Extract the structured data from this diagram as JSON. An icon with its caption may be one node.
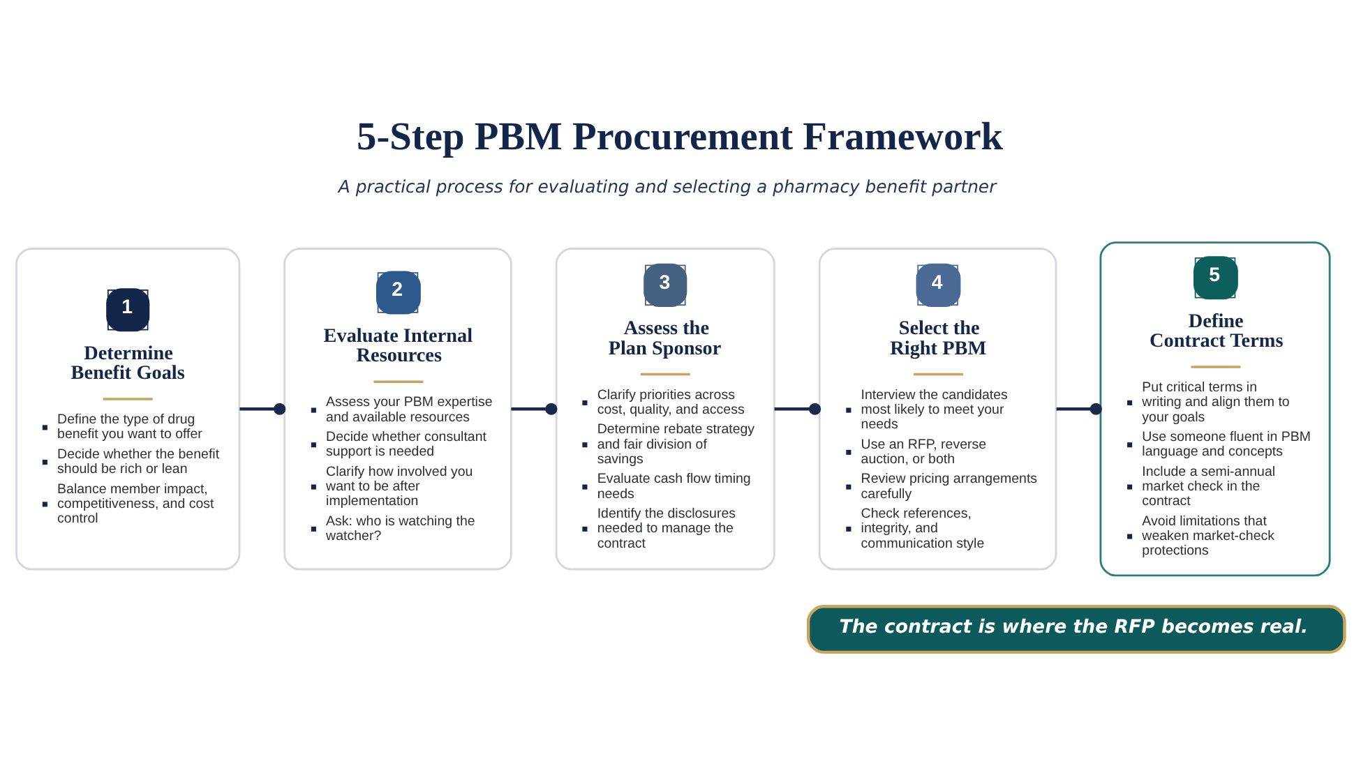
{
  "diagram": {
    "title": "5-Step PBM Procurement Framework",
    "nodes": [
      {
        "text": [
          "1",
          "Determine Benefit Goals",
          "Define the type of drug benefit you want to offer",
          "Decide whether the benefit should be rich or lean",
          "Balance member impact, competitiveness, and cost control"
        ]
      },
      {
        "text": [
          "2",
          "Evaluate Internal Resources",
          "Assess your PBM expertise and available resources",
          "Decide whether consultant support is needed",
          "Clarify how involved you want to be after implementation",
          "Ask: who is watching the watcher?"
        ]
      },
      {
        "text": [
          "3",
          "Assess the Plan Sponsor",
          "Clarify priorities across cost, quality, and access",
          "Determine rebate strategy and fair division of savings",
          "Evaluate cash flow timing needs",
          "Identify the disclosures needed to manage the contract"
        ]
      },
      {
        "text": [
          "4",
          "Select the Right PBM",
          "Interview the candidates most likely to meet your needs",
          "Use an RFP, reverse auction, or both",
          "Review pricing arrangements carefully",
          "Check references, integrity, and communication style"
        ]
      },
      {
        "text": [
          "5",
          "Define Contract Terms",
          "Put critical terms in writing and align them to your goals",
          "Use someone fluent in PBM language and concepts",
          "Include a semi-annual market check in the contract",
          "Avoid limitations that weaken market-check protections"
        ]
      },
      {
        "text": [
          "The contract is where the RFP becomes real."
        ]
      }
    ],
    "edges": [
      {
        "from": 0,
        "to": 1,
        "arrow": "other"
      },
      {
        "from": 1,
        "to": 2,
        "arrow": "other"
      },
      {
        "from": 2,
        "to": 3,
        "arrow": "other"
      },
      {
        "from": 3,
        "to": 4,
        "arrow": "other"
      }
    ],
    "labels": [
      "A practical process for evaluating and selecting a pharmacy benefit partner"
    ]
  }
}
